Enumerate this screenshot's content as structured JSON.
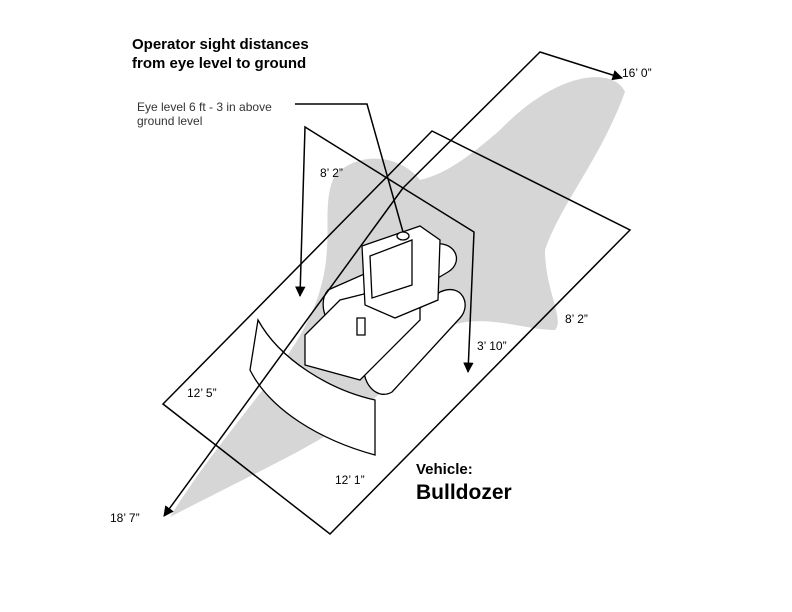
{
  "title": {
    "line1": "Operator sight distances",
    "line2": "from  eye level to ground"
  },
  "eye_level": {
    "line1": "Eye level 6 ft - 3 in above",
    "line2": "ground level"
  },
  "dimensions": {
    "top_right": "16’ 0”",
    "top_center": "8’ 2”",
    "right": "8’ 2”",
    "right_lower": "3’ 10”",
    "left": "12’ 5”",
    "bottom": "12’ 1”",
    "bottom_left": "18’ 7”"
  },
  "vehicle": {
    "label": "Vehicle:",
    "name": "Bulldozer"
  },
  "colors": {
    "sight_zone": "#d6d6d6",
    "stroke": "#000000",
    "machine_fill": "#ffffff"
  }
}
